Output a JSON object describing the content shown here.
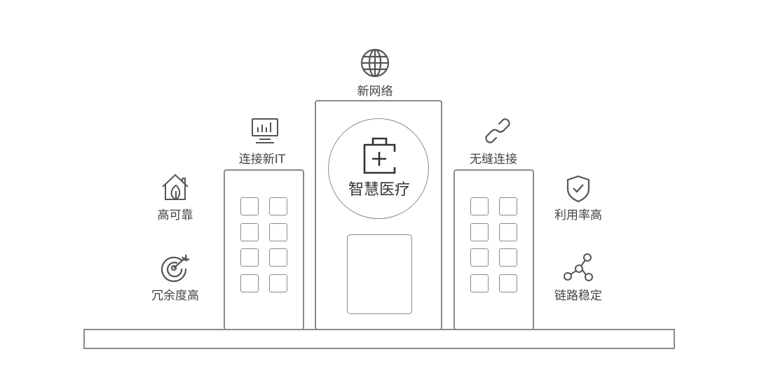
{
  "center": {
    "title": "智慧医疗",
    "icon": "medical-kit-icon"
  },
  "features": [
    {
      "label": "新网络",
      "icon": "globe-icon"
    },
    {
      "label": "连接新IT",
      "icon": "monitor-chart-icon"
    },
    {
      "label": "无缝连接",
      "icon": "link-icon"
    },
    {
      "label": "高可靠",
      "icon": "house-leaf-icon"
    },
    {
      "label": "冗余度高",
      "icon": "target-icon"
    },
    {
      "label": "利用率高",
      "icon": "shield-check-icon"
    },
    {
      "label": "链路稳定",
      "icon": "share-nodes-icon"
    }
  ],
  "colors": {
    "line": "#8a8a8a",
    "icon": "#555555",
    "text": "#444444"
  }
}
